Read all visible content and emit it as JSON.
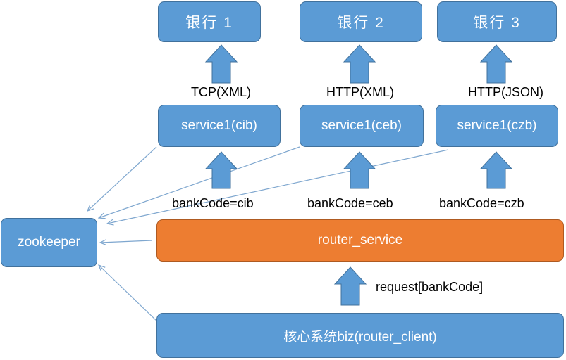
{
  "banks": [
    {
      "label": "银行 1"
    },
    {
      "label": "银行 2"
    },
    {
      "label": "银行 3"
    }
  ],
  "protocols": [
    "TCP(XML)",
    "HTTP(XML)",
    "HTTP(JSON)"
  ],
  "services": [
    "service1(cib)",
    "service1(ceb)",
    "service1(czb)"
  ],
  "bank_codes": [
    "bankCode=cib",
    "bankCode=ceb",
    "bankCode=czb"
  ],
  "zookeeper": "zookeeper",
  "router_service": "router_service",
  "request_label": "request[bankCode]",
  "core_system": "核心系统biz(router_client)",
  "colors": {
    "box_fill": "#5b9bd5",
    "box_border": "#41719c",
    "router_fill": "#ed7d31",
    "connector_line": "#7fa7cf"
  }
}
